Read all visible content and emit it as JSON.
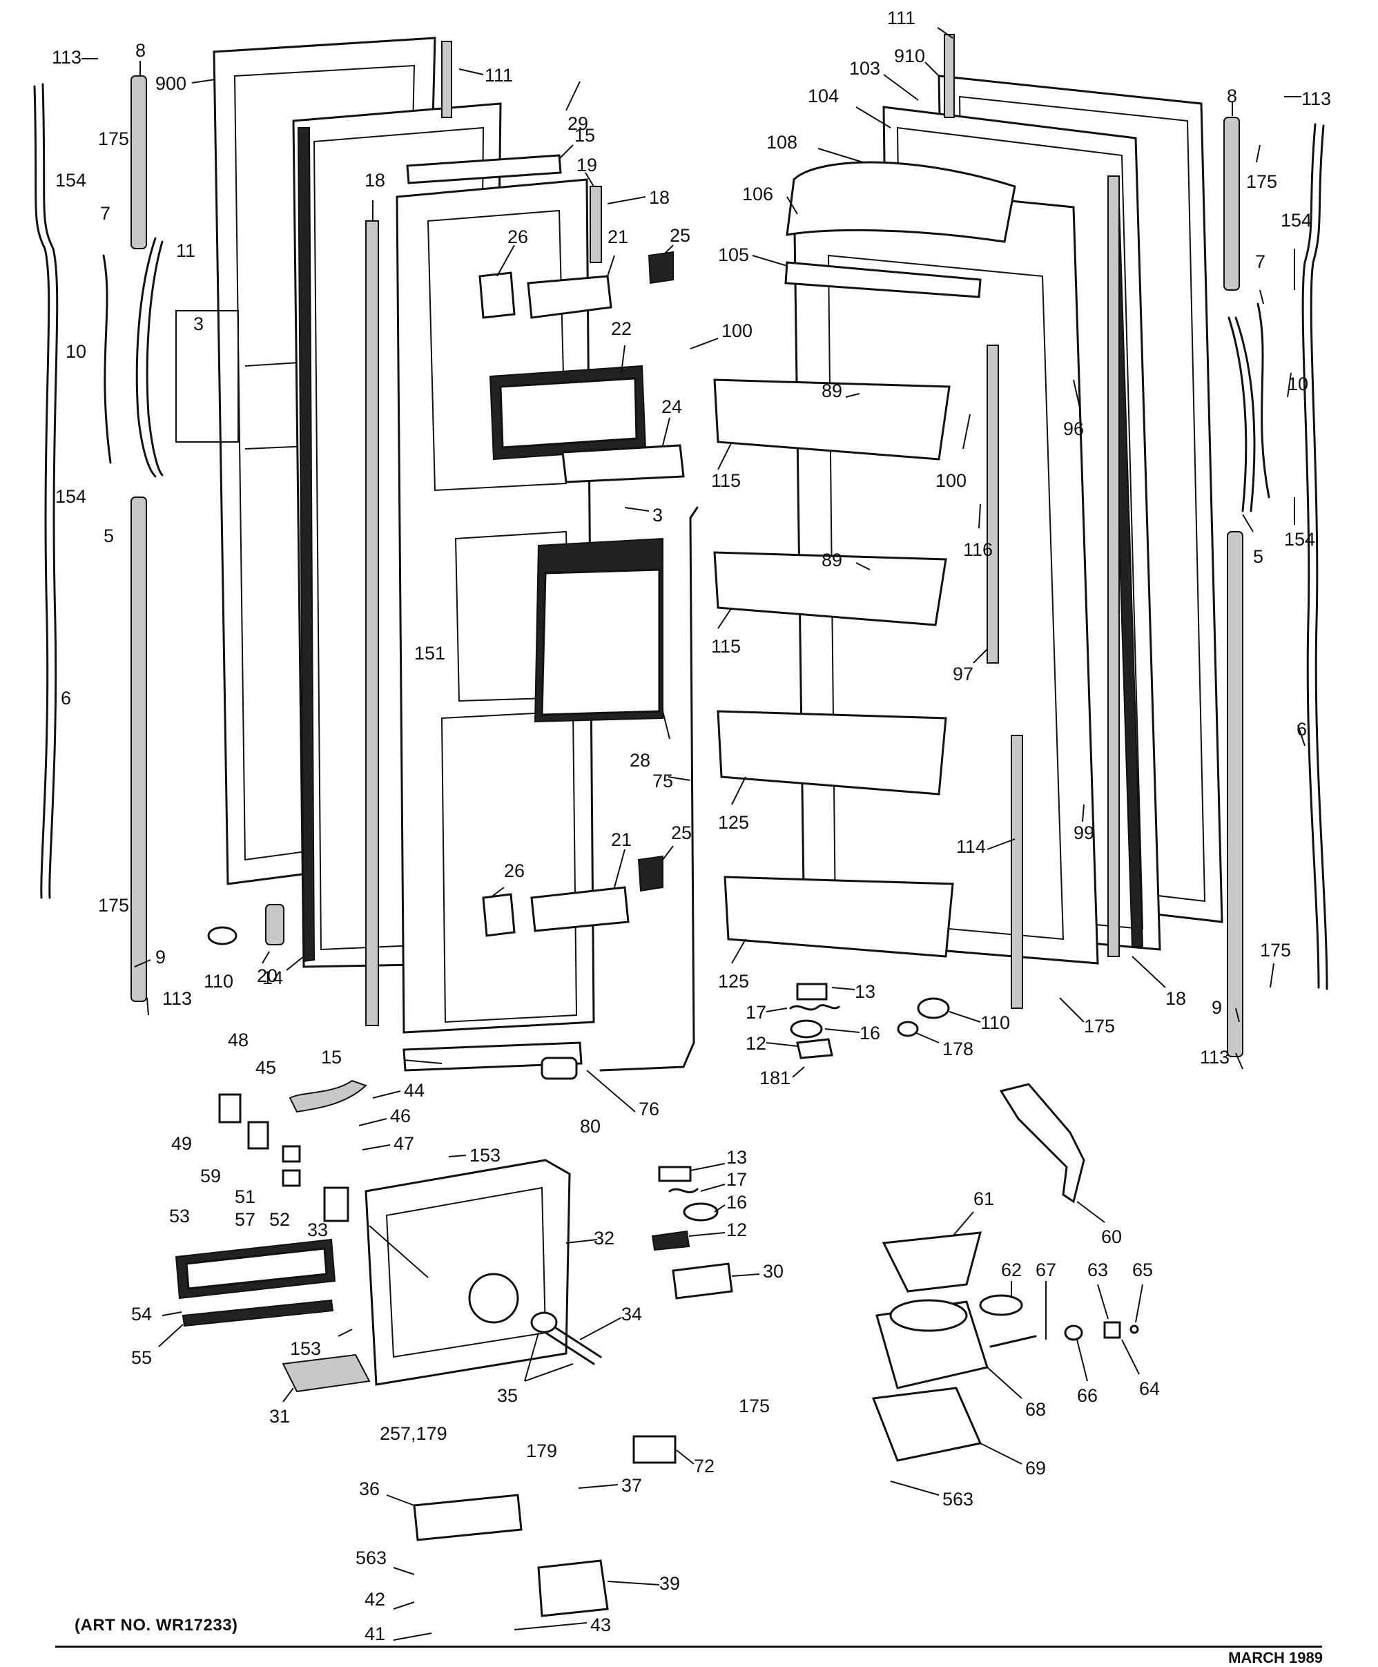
{
  "art_number": "(ART NO. WR17233)",
  "footer_date": "MARCH 1989",
  "callouts": [
    {
      "id": "113-top-left",
      "text": "113"
    },
    {
      "id": "8-top-left",
      "text": "8"
    },
    {
      "id": "900",
      "text": "900"
    },
    {
      "id": "175-top-left",
      "text": "175"
    },
    {
      "id": "111-left",
      "text": "111"
    },
    {
      "id": "29",
      "text": "29"
    },
    {
      "id": "15-top",
      "text": "15"
    },
    {
      "id": "19",
      "text": "19"
    },
    {
      "id": "18-left",
      "text": "18"
    },
    {
      "id": "18-upper",
      "text": "18"
    },
    {
      "id": "154-a",
      "text": "154"
    },
    {
      "id": "7-left",
      "text": "7"
    },
    {
      "id": "11",
      "text": "11"
    },
    {
      "id": "26-top",
      "text": "26"
    },
    {
      "id": "21-top",
      "text": "21"
    },
    {
      "id": "25-top",
      "text": "25"
    },
    {
      "id": "10-left",
      "text": "10"
    },
    {
      "id": "3-left",
      "text": "3"
    },
    {
      "id": "22",
      "text": "22"
    },
    {
      "id": "100-a",
      "text": "100"
    },
    {
      "id": "154-b",
      "text": "154"
    },
    {
      "id": "24",
      "text": "24"
    },
    {
      "id": "5-left",
      "text": "5"
    },
    {
      "id": "3-mid",
      "text": "3"
    },
    {
      "id": "151",
      "text": "151"
    },
    {
      "id": "6-left",
      "text": "6"
    },
    {
      "id": "28",
      "text": "28"
    },
    {
      "id": "75",
      "text": "75"
    },
    {
      "id": "21-low",
      "text": "21"
    },
    {
      "id": "25-low",
      "text": "25"
    },
    {
      "id": "26-low",
      "text": "26"
    },
    {
      "id": "175-mid-left",
      "text": "175"
    },
    {
      "id": "9-left",
      "text": "9"
    },
    {
      "id": "20",
      "text": "20"
    },
    {
      "id": "110-left",
      "text": "110"
    },
    {
      "id": "14",
      "text": "14"
    },
    {
      "id": "113-bottom-left",
      "text": "113"
    },
    {
      "id": "48",
      "text": "48"
    },
    {
      "id": "15-low",
      "text": "15"
    },
    {
      "id": "45",
      "text": "45"
    },
    {
      "id": "44",
      "text": "44"
    },
    {
      "id": "80",
      "text": "80"
    },
    {
      "id": "76",
      "text": "76"
    },
    {
      "id": "49",
      "text": "49"
    },
    {
      "id": "46",
      "text": "46"
    },
    {
      "id": "47",
      "text": "47"
    },
    {
      "id": "153-a",
      "text": "153"
    },
    {
      "id": "59",
      "text": "59"
    },
    {
      "id": "51",
      "text": "51"
    },
    {
      "id": "57",
      "text": "57"
    },
    {
      "id": "52",
      "text": "52"
    },
    {
      "id": "53",
      "text": "53"
    },
    {
      "id": "33",
      "text": "33"
    },
    {
      "id": "32",
      "text": "32"
    },
    {
      "id": "54",
      "text": "54"
    },
    {
      "id": "55",
      "text": "55"
    },
    {
      "id": "153-b",
      "text": "153"
    },
    {
      "id": "34",
      "text": "34"
    },
    {
      "id": "35",
      "text": "35"
    },
    {
      "id": "31",
      "text": "31"
    },
    {
      "id": "257-179",
      "text": "257,179"
    },
    {
      "id": "179",
      "text": "179"
    },
    {
      "id": "36",
      "text": "36"
    },
    {
      "id": "37",
      "text": "37"
    },
    {
      "id": "72",
      "text": "72"
    },
    {
      "id": "175-low",
      "text": "175"
    },
    {
      "id": "563-left",
      "text": "563"
    },
    {
      "id": "39",
      "text": "39"
    },
    {
      "id": "42",
      "text": "42"
    },
    {
      "id": "41",
      "text": "41"
    },
    {
      "id": "43",
      "text": "43"
    },
    {
      "id": "13-a",
      "text": "13"
    },
    {
      "id": "17-a",
      "text": "17"
    },
    {
      "id": "16-a",
      "text": "16"
    },
    {
      "id": "12-a",
      "text": "12"
    },
    {
      "id": "30",
      "text": "30"
    },
    {
      "id": "111-right",
      "text": "111"
    },
    {
      "id": "910",
      "text": "910"
    },
    {
      "id": "103",
      "text": "103"
    },
    {
      "id": "104",
      "text": "104"
    },
    {
      "id": "108",
      "text": "108"
    },
    {
      "id": "106",
      "text": "106"
    },
    {
      "id": "105",
      "text": "105"
    },
    {
      "id": "89-a",
      "text": "89"
    },
    {
      "id": "115-a",
      "text": "115"
    },
    {
      "id": "100-b",
      "text": "100"
    },
    {
      "id": "96",
      "text": "96"
    },
    {
      "id": "116",
      "text": "116"
    },
    {
      "id": "89-b",
      "text": "89"
    },
    {
      "id": "115-b",
      "text": "115"
    },
    {
      "id": "97",
      "text": "97"
    },
    {
      "id": "125-a",
      "text": "125"
    },
    {
      "id": "114",
      "text": "114"
    },
    {
      "id": "99",
      "text": "99"
    },
    {
      "id": "125-b",
      "text": "125"
    },
    {
      "id": "18-right",
      "text": "18"
    },
    {
      "id": "13-b",
      "text": "13"
    },
    {
      "id": "17-b",
      "text": "17"
    },
    {
      "id": "16-b",
      "text": "16"
    },
    {
      "id": "12-b",
      "text": "12"
    },
    {
      "id": "181",
      "text": "181"
    },
    {
      "id": "110-right",
      "text": "110"
    },
    {
      "id": "178",
      "text": "178"
    },
    {
      "id": "175-mid-right",
      "text": "175"
    },
    {
      "id": "113-top-right",
      "text": "113"
    },
    {
      "id": "8-top-right",
      "text": "8"
    },
    {
      "id": "175-top-right",
      "text": "175"
    },
    {
      "id": "154-c",
      "text": "154"
    },
    {
      "id": "7-right",
      "text": "7"
    },
    {
      "id": "10-right",
      "text": "10"
    },
    {
      "id": "154-d",
      "text": "154"
    },
    {
      "id": "5-right",
      "text": "5"
    },
    {
      "id": "6-right",
      "text": "6"
    },
    {
      "id": "175-right",
      "text": "175"
    },
    {
      "id": "9-right",
      "text": "9"
    },
    {
      "id": "113-bottom-right",
      "text": "113"
    },
    {
      "id": "60",
      "text": "60"
    },
    {
      "id": "61",
      "text": "61"
    },
    {
      "id": "62",
      "text": "62"
    },
    {
      "id": "67",
      "text": "67"
    },
    {
      "id": "63",
      "text": "63"
    },
    {
      "id": "65",
      "text": "65"
    },
    {
      "id": "68",
      "text": "68"
    },
    {
      "id": "66",
      "text": "66"
    },
    {
      "id": "64",
      "text": "64"
    },
    {
      "id": "69",
      "text": "69"
    },
    {
      "id": "563-right",
      "text": "563"
    }
  ]
}
